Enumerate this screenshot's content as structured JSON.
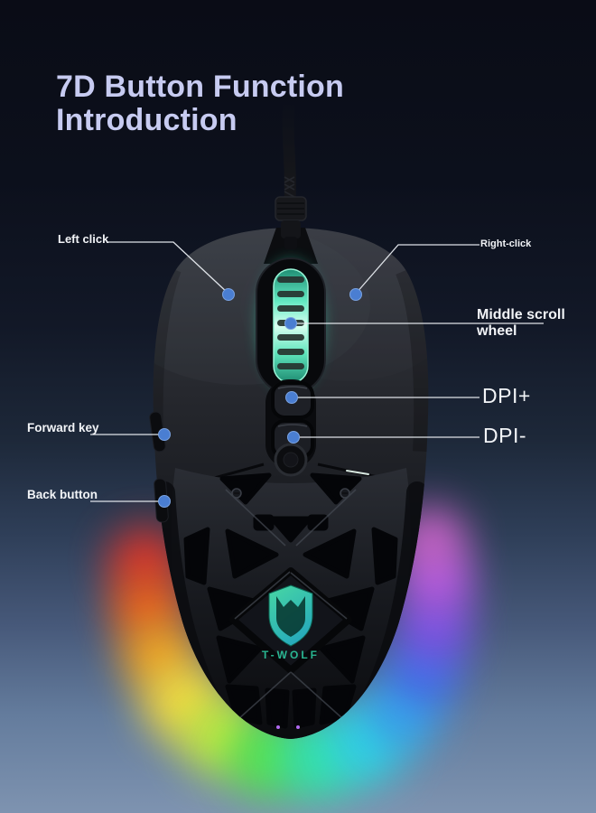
{
  "title": {
    "line1": "7D Button Function",
    "line2": "Introduction"
  },
  "callouts": {
    "left_click": {
      "label": "Left click"
    },
    "right_click": {
      "label": "Right-click"
    },
    "middle_scroll_wheel": {
      "label": "Middle scroll wheel",
      "line1": "Middle scroll",
      "line2": "wheel"
    },
    "dpi_plus": {
      "label": "DPI+"
    },
    "dpi_minus": {
      "label": "DPI-"
    },
    "forward_key": {
      "label": "Forward key"
    },
    "back_button": {
      "label": "Back button"
    }
  },
  "product": {
    "brand": "T-WOLF"
  },
  "colors": {
    "background_top": "#0a0c16",
    "background_bottom": "#7e93b0",
    "title_text": "#c7cbf1",
    "label_text": "#f2f4f7",
    "callout_line": "#e9edf2",
    "callout_dot": "#4a7ed2",
    "wheel_glow": "#3fe4b8",
    "logo_teal": "#2fd3a8",
    "rgb_underglow": [
      "#e03128",
      "#f25f17",
      "#f8a41c",
      "#ffe13a",
      "#c8f03a",
      "#52e84a",
      "#2fe9a8",
      "#2bd8e8",
      "#33a8f0",
      "#3f6ef0",
      "#7b52ea",
      "#b75ae8",
      "#e26ad8"
    ]
  }
}
